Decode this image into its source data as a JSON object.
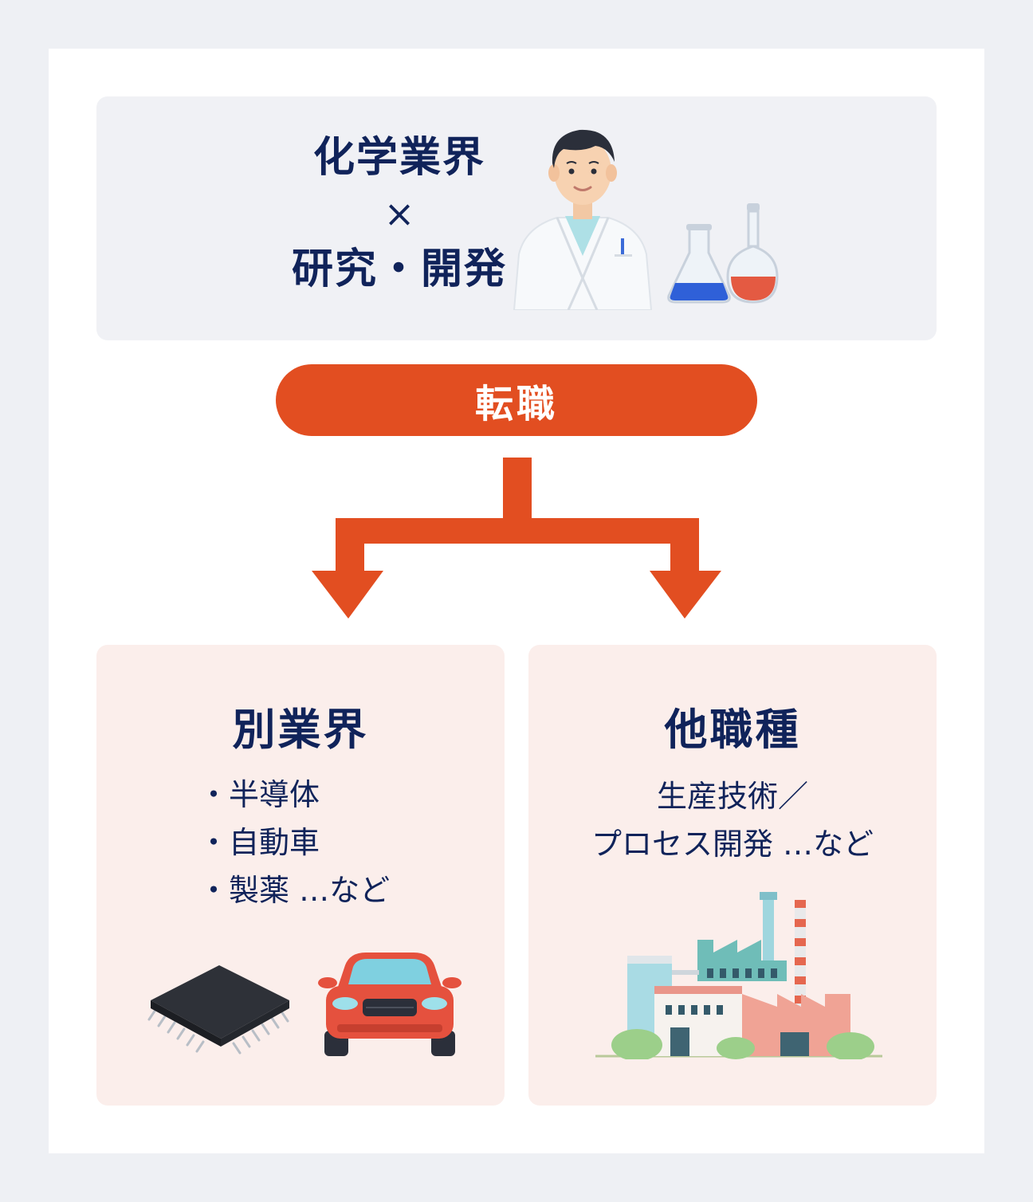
{
  "top": {
    "line1": "化学業界",
    "times": "×",
    "line2": "研究・開発"
  },
  "transition": {
    "label": "転職"
  },
  "left_box": {
    "title": "別業界",
    "items": [
      "半導体",
      "自動車",
      "製薬 …など"
    ]
  },
  "right_box": {
    "title": "他職種",
    "lines": [
      "生産技術／",
      "プロセス開発 …など"
    ]
  },
  "colors": {
    "navy": "#10235a",
    "accent_orange": "#e24e21",
    "top_bg": "#f0f1f5",
    "bottom_bg": "#fbeeeb"
  },
  "icons": [
    "scientist-icon",
    "flask-icon",
    "chip-icon",
    "car-icon",
    "factory-icon"
  ]
}
